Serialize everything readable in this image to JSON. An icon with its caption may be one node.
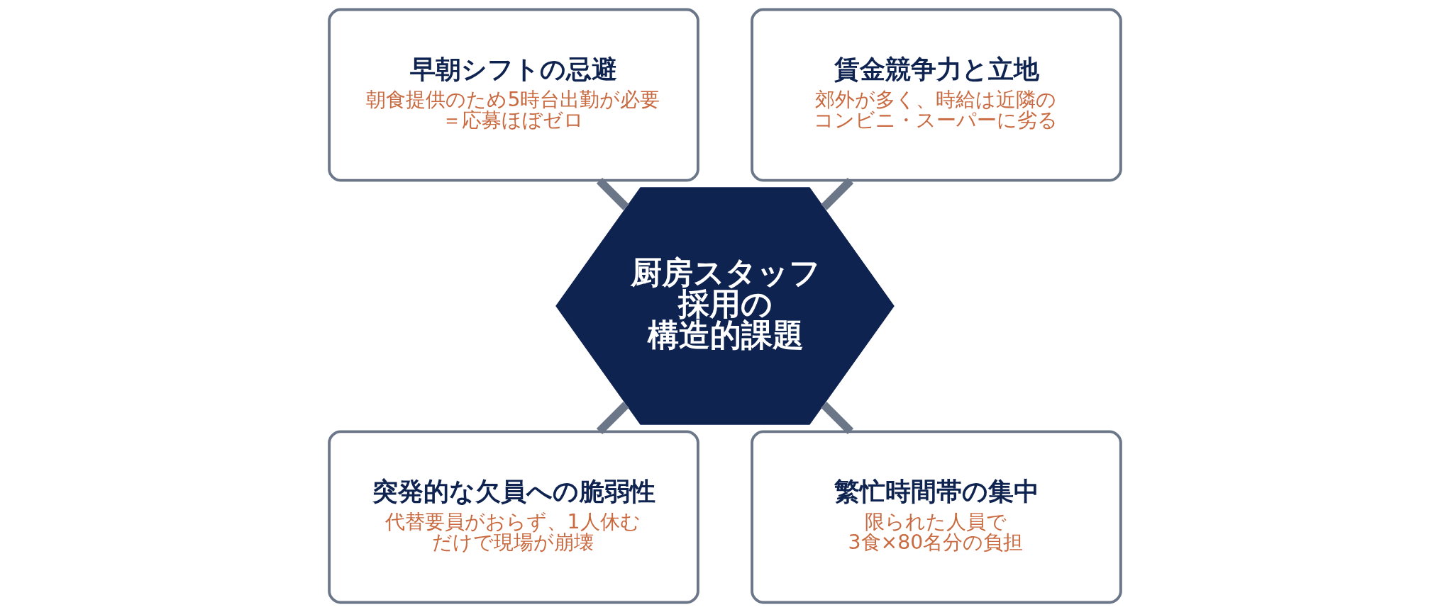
{
  "diagram": {
    "nodes": [
      {
        "text": [
          "厨房スタッフ採用の構造的課題"
        ]
      },
      {
        "text": [
          "早朝シフトの忌避",
          "朝食提供のため5時台出勤が必要＝応募ほぼゼロ"
        ]
      },
      {
        "text": [
          "賃金競争力と立地",
          "郊外が多く、時給は近隣のコンビニ・スーパーに劣る"
        ]
      },
      {
        "text": [
          "突発的な欠員への脆弱性",
          "代替要員がおらず、1人休むだけで現場が崩壊"
        ]
      },
      {
        "text": [
          "繁忙時間帯の集中",
          "限られた人員で3食×80名分の負担"
        ]
      }
    ],
    "edges": [
      {
        "from": 0,
        "to": 1,
        "arrow": "none"
      },
      {
        "from": 0,
        "to": 2,
        "arrow": "none"
      },
      {
        "from": 0,
        "to": 3,
        "arrow": "none"
      },
      {
        "from": 0,
        "to": 4,
        "arrow": "none"
      }
    ]
  }
}
